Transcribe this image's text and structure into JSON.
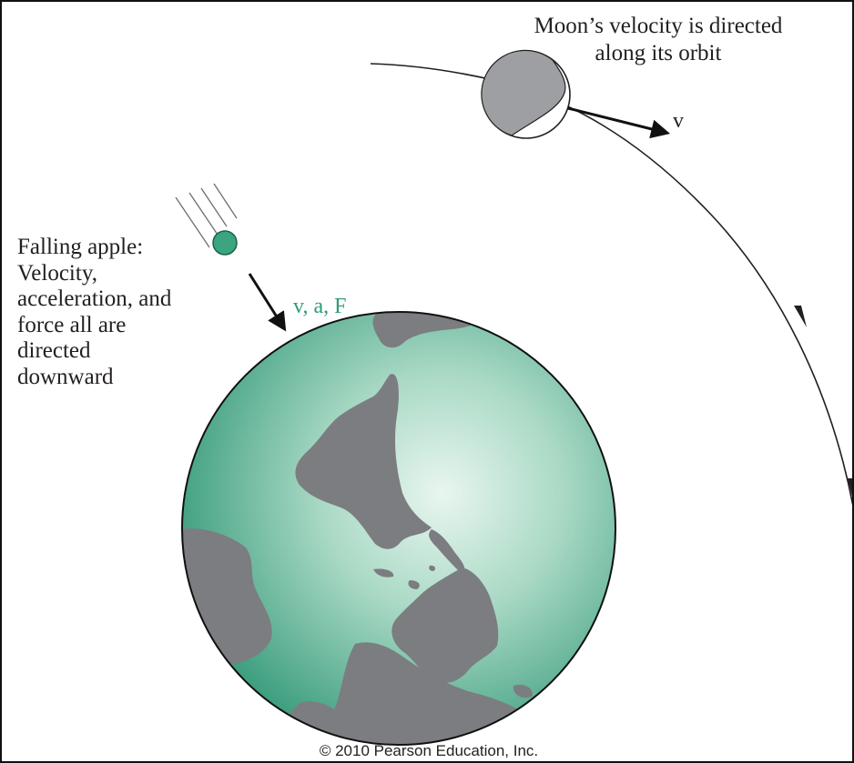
{
  "moon": {
    "caption_lines": [
      "Moon’s velocity is directed",
      "along its orbit"
    ],
    "velocity_label": "v"
  },
  "apple": {
    "caption_lines": [
      "Falling apple:",
      "Velocity,",
      "acceleration, and",
      "force all are",
      "directed",
      "downward"
    ],
    "vector_label": "v, a, F"
  },
  "copyright": "© 2010 Pearson Education, Inc.",
  "colors": {
    "earth_ocean": "#3f9f80",
    "earth_highlight": "#e9f6f0",
    "land": "#7c7d80",
    "apple": "#3aa57f",
    "label_green": "#2e9b77",
    "moon_shadow": "#9e9fa2"
  }
}
